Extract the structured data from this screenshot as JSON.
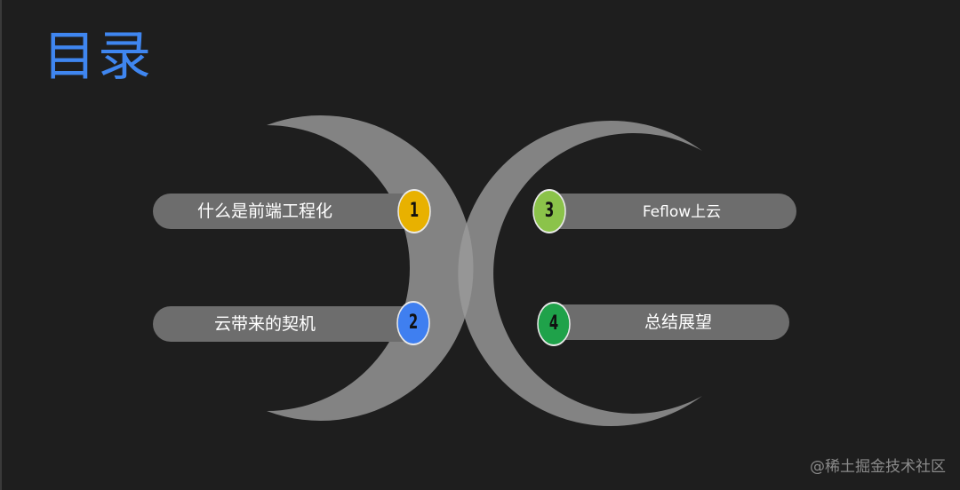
{
  "title": "目录",
  "items": [
    {
      "number": "1",
      "label": "什么是前端工程化",
      "color": "#e8b100"
    },
    {
      "number": "2",
      "label": "云带来的契机",
      "color": "#3f7ff0"
    },
    {
      "number": "3",
      "label": "Feflow上云",
      "color": "#8bc34a"
    },
    {
      "number": "4",
      "label": "总结展望",
      "color": "#1fa24a"
    }
  ],
  "watermark": "@稀土掘金技术社区",
  "colors": {
    "background": "#1e1e1e",
    "title": "#3f86f0",
    "bar": "#6d6d6d",
    "arc": "#9a9a9a"
  }
}
